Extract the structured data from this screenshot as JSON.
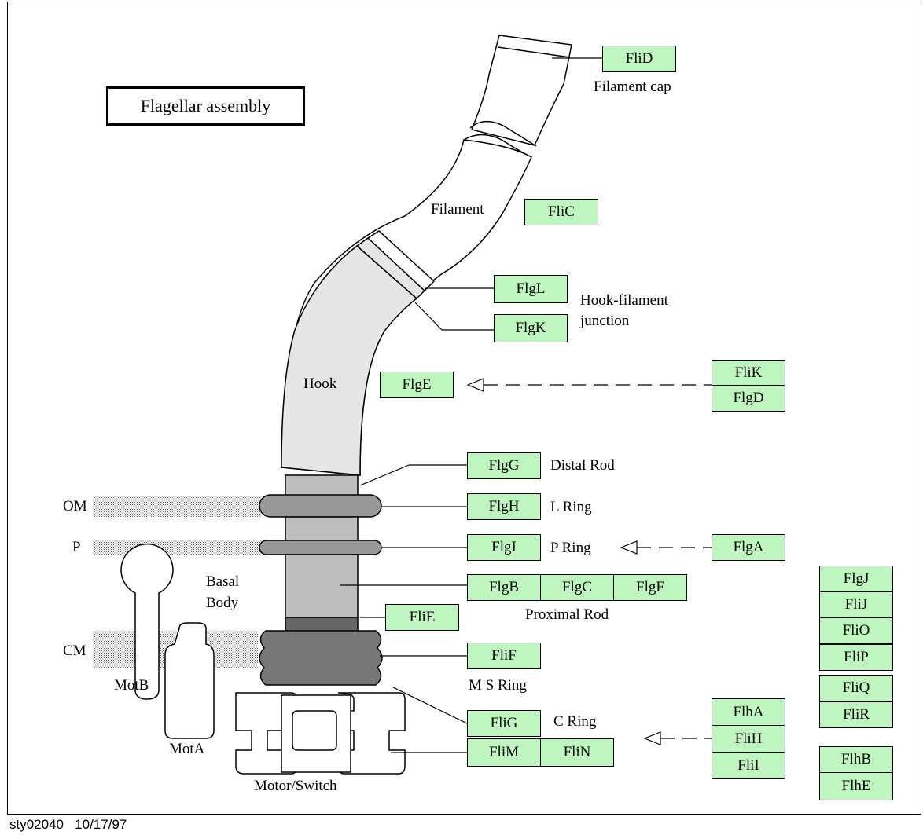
{
  "title": "Flagellar assembly",
  "footer": {
    "id": "sty02040",
    "date": "10/17/97"
  },
  "proteins": {
    "FliD": "FliD",
    "FliC": "FliC",
    "FlgL": "FlgL",
    "FlgK": "FlgK",
    "FlgE": "FlgE",
    "FliK": "FliK",
    "FlgD": "FlgD",
    "FlgG": "FlgG",
    "FlgH": "FlgH",
    "FlgI": "FlgI",
    "FlgA": "FlgA",
    "FlgB": "FlgB",
    "FlgC": "FlgC",
    "FlgF": "FlgF",
    "FliE": "FliE",
    "FliF": "FliF",
    "FliG": "FliG",
    "FliM": "FliM",
    "FliN": "FliN",
    "FlhA": "FlhA",
    "FliH": "FliH",
    "FliI": "FliI",
    "FlgJ": "FlgJ",
    "FliJ": "FliJ",
    "FliO": "FliO",
    "FliP": "FliP",
    "FliQ": "FliQ",
    "FliR": "FliR",
    "FlhB": "FlhB",
    "FlhE": "FlhE"
  },
  "labels": {
    "filament_cap": "Filament cap",
    "filament": "Filament",
    "hook_filament_1": "Hook-filament",
    "hook_filament_2": "junction",
    "hook": "Hook",
    "distal_rod": "Distal Rod",
    "l_ring": "L Ring",
    "p_ring": "P Ring",
    "basal_1": "Basal",
    "basal_2": "Body",
    "proximal_rod": "Proximal Rod",
    "ms_ring": "M S Ring",
    "c_ring": "C Ring",
    "motor_switch": "Motor/Switch",
    "om": "OM",
    "p": "P",
    "cm": "CM",
    "motb": "MotB",
    "mota": "MotA"
  }
}
